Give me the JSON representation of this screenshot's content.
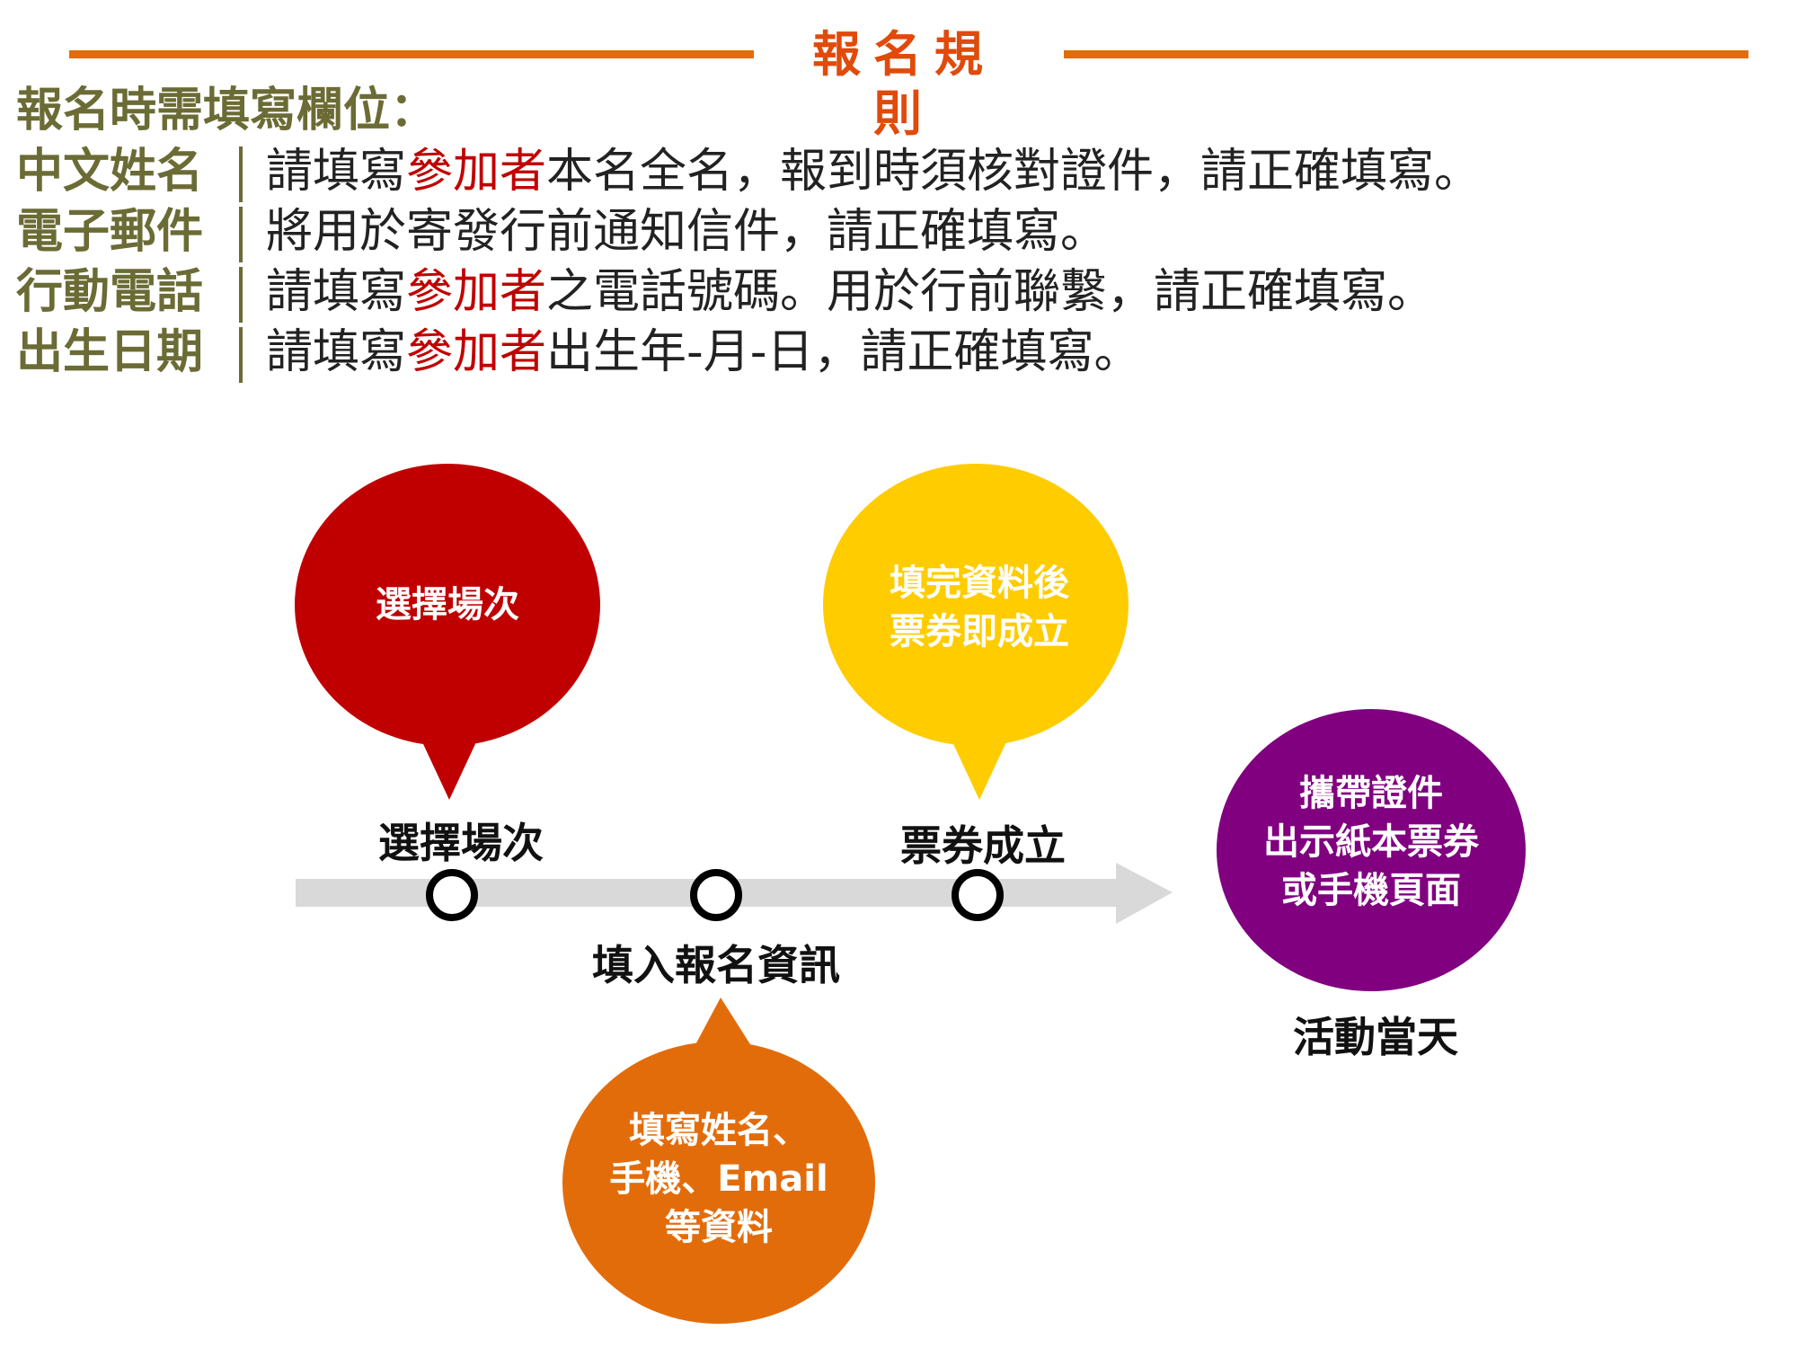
{
  "title": "報名規則",
  "heading": "報名時需填寫欄位：",
  "fields": [
    {
      "label": "中文姓名",
      "pre": "請填寫",
      "highlight": "參加者",
      "post": "本名全名，報到時須核對證件，請正確填寫。"
    },
    {
      "label": "電子郵件",
      "pre": "將用於寄發行前通知信件，請正確填寫。",
      "highlight": "",
      "post": ""
    },
    {
      "label": "行動電話",
      "pre": "請填寫",
      "highlight": "參加者",
      "post": "之電話號碼。用於行前聯繫，請正確填寫。"
    },
    {
      "label": "出生日期",
      "pre": "請填寫",
      "highlight": "參加者",
      "post": "出生年-月-日，請正確填寫。"
    }
  ],
  "steps": [
    {
      "bubble": [
        "選擇場次"
      ],
      "label": "選擇場次",
      "color": "#c00000"
    },
    {
      "bubble": [
        "填寫姓名、",
        "手機、Email",
        "等資料"
      ],
      "label": "填入報名資訊",
      "color": "#e36c0a"
    },
    {
      "bubble": [
        "填完資料後",
        "票券即成立"
      ],
      "label": "票券成立",
      "color": "#ffcc00"
    },
    {
      "bubble": [
        "攜帶證件",
        "出示紙本票券",
        "或手機頁面"
      ],
      "label": "活動當天",
      "color": "#800080"
    }
  ]
}
